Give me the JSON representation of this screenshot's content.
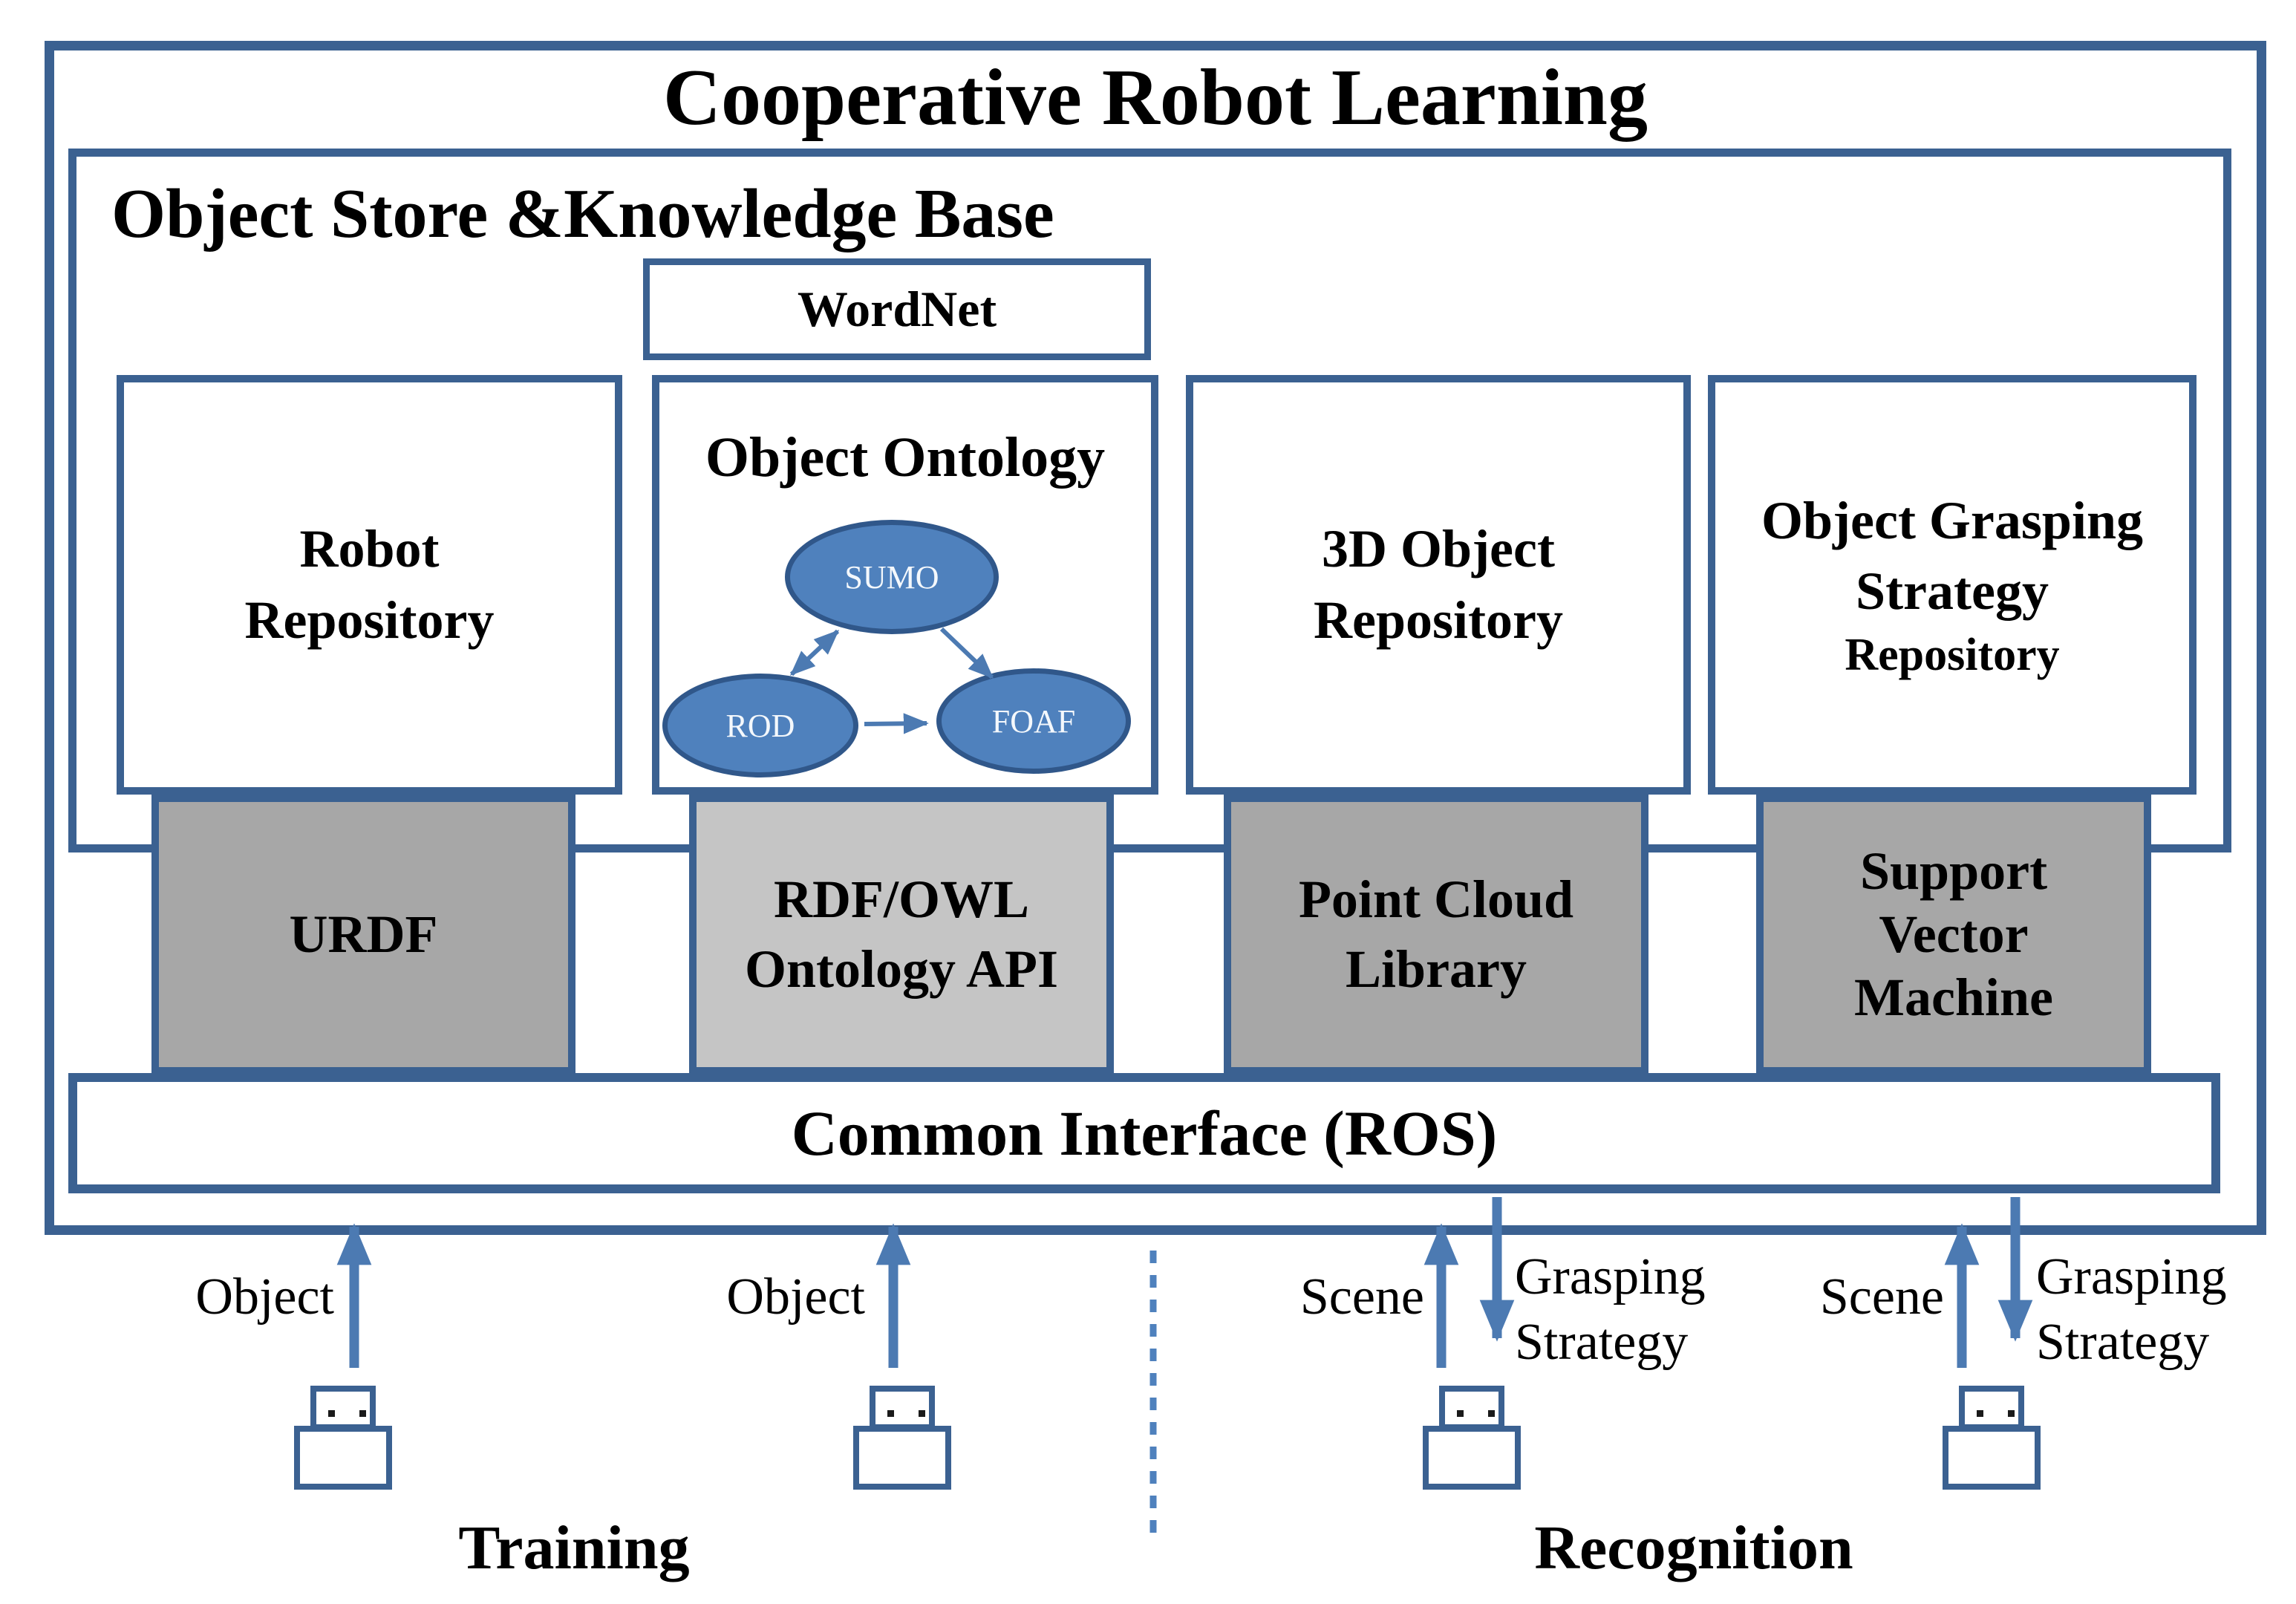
{
  "title": "Cooperative Robot Learning",
  "knowledge_base": {
    "label": "Object Store &Knowledge Base",
    "wordnet": "WordNet"
  },
  "repositories": {
    "robot": {
      "lines": [
        "Robot",
        "Repository"
      ]
    },
    "ontology": {
      "title": "Object Ontology",
      "nodes": {
        "sumo": "SUMO",
        "rod": "ROD",
        "foaf": "FOAF"
      }
    },
    "object3d": {
      "lines": [
        "3D Object",
        "Repository"
      ]
    },
    "grasping": {
      "lines": [
        "Object Grasping",
        "Strategy"
      ],
      "sub": "Repository"
    }
  },
  "tools": {
    "urdf": "URDF",
    "rdf_owl": {
      "lines": [
        "RDF/OWL",
        "Ontology API"
      ]
    },
    "pcl": {
      "lines": [
        "Point Cloud",
        "Library"
      ]
    },
    "svm": {
      "lines": [
        "Support",
        "Vector",
        "Machine"
      ]
    }
  },
  "common_interface": "Common Interface (ROS)",
  "flows": {
    "training": {
      "label": "Training",
      "input1": "Object",
      "input2": "Object"
    },
    "recognition": {
      "label": "Recognition",
      "pair1": {
        "up": "Scene",
        "down1": "Grasping",
        "down2": "Strategy"
      },
      "pair2": {
        "up": "Scene",
        "down1": "Grasping",
        "down2": "Strategy"
      }
    }
  },
  "colors": {
    "frame_blue": "#3b6191",
    "arrow_blue": "#4c7ab2",
    "node_fill": "#4f81bd",
    "node_border": "#30578a",
    "gray_dark": "#a7a7a7",
    "gray_light": "#c5c5c5"
  }
}
